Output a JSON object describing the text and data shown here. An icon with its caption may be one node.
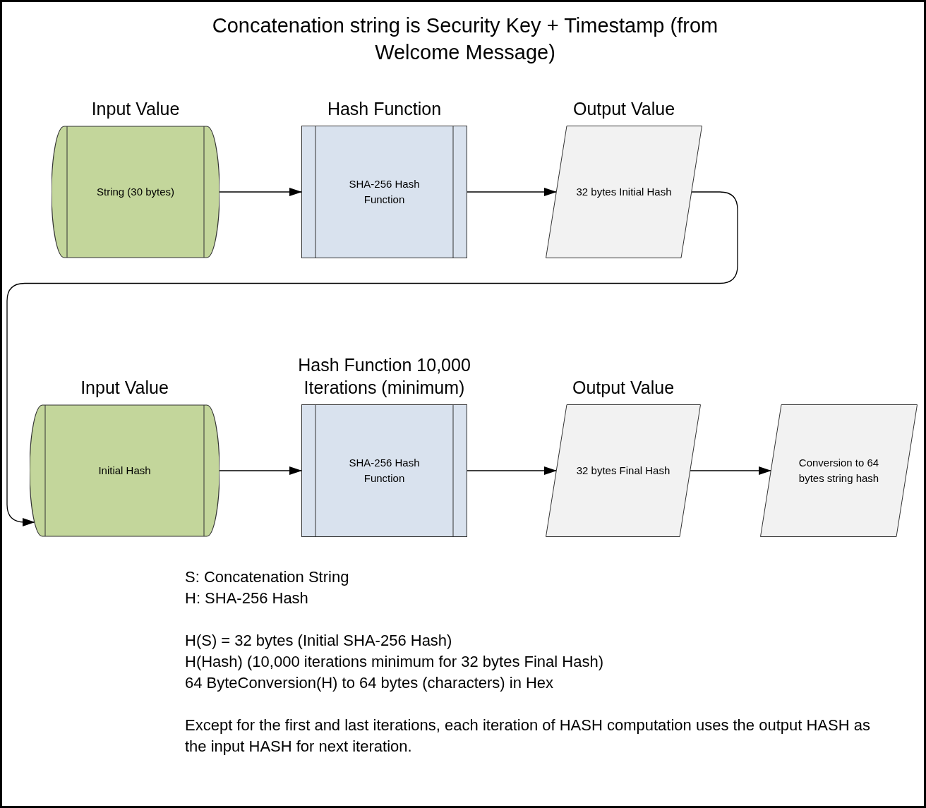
{
  "diagram": {
    "title": "Concatenation string is Security Key + Timestamp (from Welcome Message)",
    "nodes": [
      {
        "text": [
          "Input Value",
          "String (30 bytes)"
        ]
      },
      {
        "text": [
          "Hash Function",
          "SHA-256 Hash Function"
        ]
      },
      {
        "text": [
          "Output Value",
          "32 bytes Initial Hash"
        ]
      },
      {
        "text": [
          "Input Value",
          "Initial Hash"
        ]
      },
      {
        "text": [
          "Hash Function 10,000 Iterations (minimum)",
          "SHA-256 Hash Function"
        ]
      },
      {
        "text": [
          "Output Value",
          "32 bytes Final Hash"
        ]
      },
      {
        "text": [
          "Conversion to 64 bytes string hash"
        ]
      }
    ],
    "edges": [
      {
        "from": 0,
        "to": 1,
        "arrow": "to"
      },
      {
        "from": 1,
        "to": 2,
        "arrow": "to"
      },
      {
        "from": 2,
        "to": 3,
        "arrow": "to"
      },
      {
        "from": 3,
        "to": 4,
        "arrow": "to"
      },
      {
        "from": 4,
        "to": 5,
        "arrow": "to"
      },
      {
        "from": 5,
        "to": 6,
        "arrow": "to"
      }
    ],
    "labels": [
      "S: Concatenation String",
      "H: SHA-256 Hash",
      "H(S) = 32 bytes (Initial SHA-256 Hash)",
      "H(Hash) (10,000 iterations minimum for 32 bytes Final Hash)",
      "64 ByteConversion(H) to 64 bytes (characters) in Hex",
      "Except for the first and last iterations, each iteration of HASH computation uses the output HASH as the input HASH for next iteration."
    ]
  }
}
